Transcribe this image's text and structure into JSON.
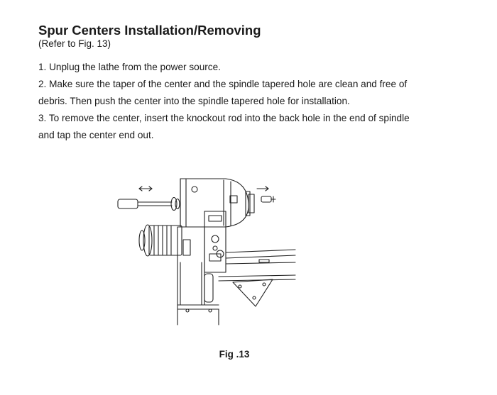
{
  "document": {
    "title": "Spur Centers Installation/Removing",
    "subtitle": "(Refer to Fig. 13)",
    "steps": [
      "1. Unplug the lathe from the power source.",
      "2. Make sure the taper of the center and the spindle tapered hole are clean and free of",
      "debris. Then push the center into the spindle tapered hole for installation.",
      "3. To remove the center, insert the knockout rod into the back hole in the end of spindle",
      "and tap the center end out."
    ],
    "figure": {
      "caption": "Fig .13",
      "drawing": "lathe-headstock-line-drawing"
    }
  }
}
